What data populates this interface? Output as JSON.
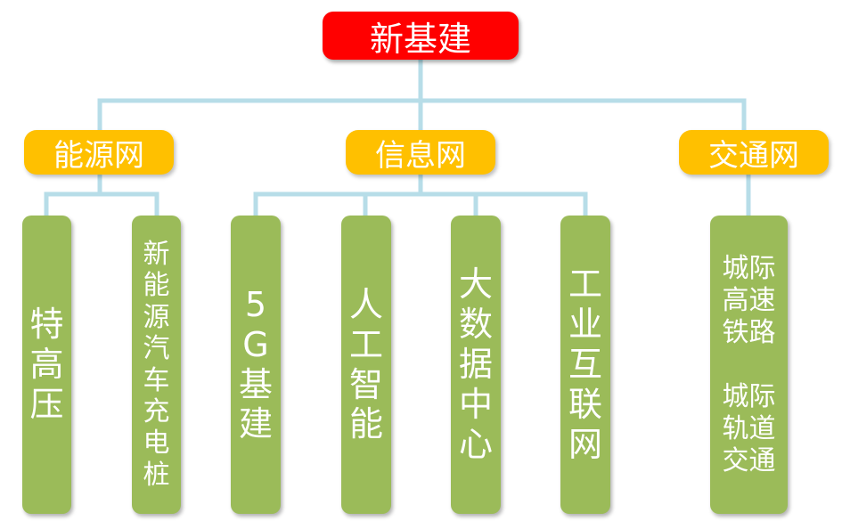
{
  "root": {
    "label": "新基建"
  },
  "categories": [
    {
      "label": "能源网"
    },
    {
      "label": "信息网"
    },
    {
      "label": "交通网"
    }
  ],
  "leaves": [
    {
      "label": "特高压"
    },
    {
      "label": "新能源汽车充电桩"
    },
    {
      "label": "5G基建"
    },
    {
      "label": "人工智能"
    },
    {
      "label": "大数据中心"
    },
    {
      "label": "工业互联网"
    },
    {
      "lines": [
        "城际高速铁路",
        "城际轨道交通"
      ]
    }
  ],
  "colors": {
    "root": "#ff0000",
    "category": "#ffc000",
    "leaf": "#9bbb59",
    "connector": "#b7dde8"
  }
}
